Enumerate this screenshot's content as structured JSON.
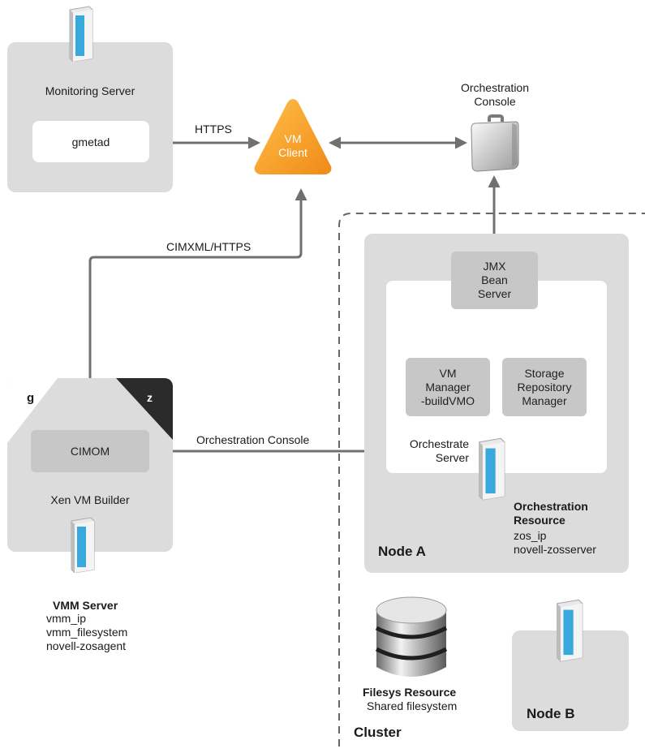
{
  "monitoring": {
    "server_label": "Monitoring Server",
    "gmetad": "gmetad",
    "server_icon": "tower-server-icon"
  },
  "links": {
    "https": "HTTPS",
    "cimxml": "CIMXML/HTTPS",
    "orch_console": "Orchestration Console"
  },
  "vm_client": {
    "label": "VM\nClient",
    "icon": "triangle-icon",
    "color": "#f5a623"
  },
  "orchestration_console": {
    "label": "Orchestration\nConsole",
    "icon": "briefcase-icon"
  },
  "xen_builder": {
    "g": "g",
    "z": "z",
    "cimom": "CIMOM",
    "title": "Xen VM Builder"
  },
  "vmm_server": {
    "title": "VMM Server",
    "lines": "vmm_ip\nvmm_filesystem\nnovell-zosagent"
  },
  "node_a": {
    "title": "Node A",
    "jmx": "JMX\nBean\nServer",
    "vm_manager": "VM\nManager\n-buildVMO",
    "storage": "Storage\nRepository\nManager",
    "orchestrate_server": "Orchestrate\nServer",
    "resource_title": "Orchestration\nResource",
    "resource_lines": "zos_ip\nnovell-zosserver"
  },
  "filesys": {
    "title": "Filesys Resource",
    "subtitle": "Shared filesystem",
    "icon": "database-icon"
  },
  "node_b": {
    "title": "Node B"
  },
  "cluster": {
    "title": "Cluster"
  },
  "colors": {
    "panel": "#dcdcdc",
    "box": "#c7c7c7",
    "arrow": "#707070",
    "dark": "#2b2b2b"
  }
}
